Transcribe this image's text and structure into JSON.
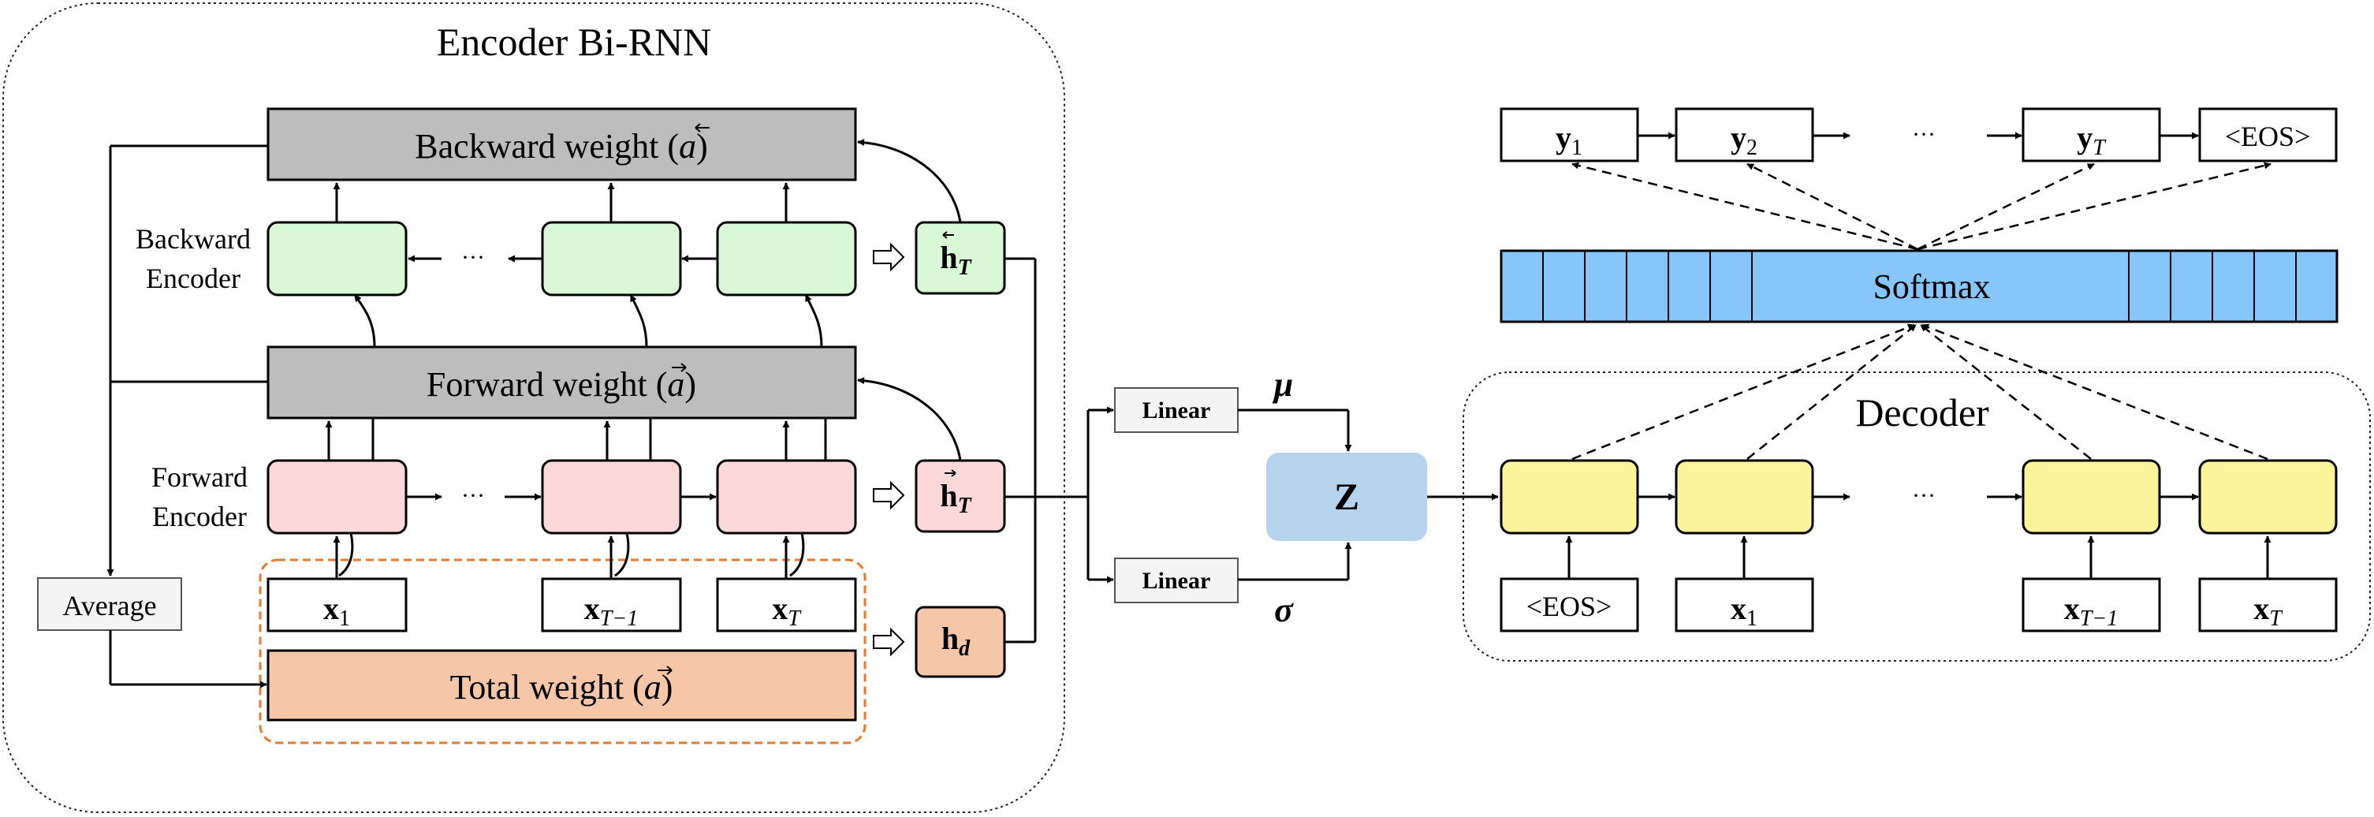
{
  "encoder": {
    "title": "Encoder Bi-RNN",
    "backward_weight": "Backward weight (",
    "backward_weight_symbol": "a",
    "forward_weight": "Forward weight (",
    "forward_weight_symbol": "a",
    "total_weight": "Total weight (",
    "total_weight_symbol": "a",
    "close_paren": ")",
    "backward_label_1": "Backward",
    "backward_label_2": "Encoder",
    "forward_label_1": "Forward",
    "forward_label_2": "Encoder",
    "ellipsis": "···",
    "average": "Average",
    "inputs": [
      {
        "base": "x",
        "sub": "1"
      },
      {
        "base": "x",
        "sub": "T−1"
      },
      {
        "base": "x",
        "sub": "T"
      }
    ],
    "h_backward": {
      "base": "h",
      "sub": "T"
    },
    "h_forward": {
      "base": "h",
      "sub": "T"
    },
    "h_d": {
      "base": "h",
      "sub": "d"
    }
  },
  "latent": {
    "linear_top": "Linear",
    "linear_bottom": "Linear",
    "mu": "μ",
    "sigma": "σ",
    "z": "Z"
  },
  "decoder": {
    "title": "Decoder",
    "softmax": "Softmax",
    "ellipsis": "···",
    "outputs": [
      {
        "base": "y",
        "sub": "1"
      },
      {
        "base": "y",
        "sub": "2"
      },
      {
        "base": "y",
        "sub": "T"
      },
      {
        "base": "<EOS>",
        "sub": ""
      }
    ],
    "inputs": [
      {
        "base": "<EOS>",
        "sub": ""
      },
      {
        "base": "x",
        "sub": "1"
      },
      {
        "base": "x",
        "sub": "T−1"
      },
      {
        "base": "x",
        "sub": "T"
      }
    ]
  },
  "colors": {
    "weight_gray": "#bdbdbd",
    "backward_green": "#d9f9d6",
    "forward_pink": "#fdd8da",
    "total_orange": "#f6c6a8",
    "orange_dash": "#e87a2e",
    "z_blue": "#b6d4ee",
    "softmax_blue": "#86c6fb",
    "decoder_yellow": "#fbf49a"
  }
}
